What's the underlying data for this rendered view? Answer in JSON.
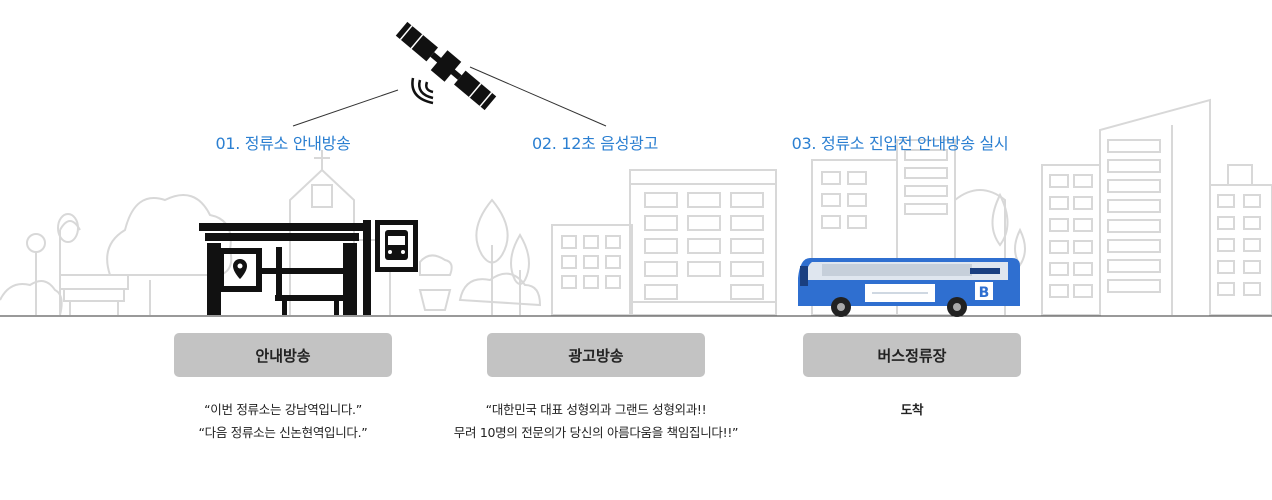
{
  "steps": [
    {
      "title": "01. 정류소 안내방송",
      "label": "안내방송",
      "lines": [
        "“이번 정류소는 강남역입니다.”",
        "“다음 정류소는 신논현역입니다.”"
      ]
    },
    {
      "title": "02. 12초 음성광고",
      "label": "광고방송",
      "lines": [
        "“대한민국 대표 성형외과 그랜드 성형외과!!",
        "무려 10명의 전문의가 당신의 아름다움을 책임집니다!!”"
      ]
    },
    {
      "title": "03. 정류소 진입전 안내방송 실시",
      "label": "버스정류장",
      "lines": [
        "도착"
      ]
    }
  ],
  "colors": {
    "accent": "#2b7fd1",
    "pill": "#c3c3c3",
    "bus": "#2f6fd0",
    "outline": "#d5d5d5"
  },
  "icons": {
    "satellite": "satellite-icon",
    "bus_stop": "bus-stop-icon",
    "bus": "bus-icon",
    "bus_logo_letter": "B"
  }
}
